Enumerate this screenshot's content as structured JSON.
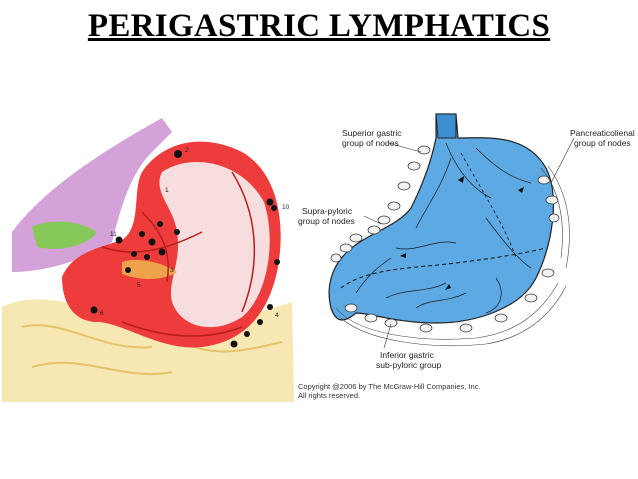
{
  "title": "PERIGASTRIC LYMPHATICS",
  "left_figure": {
    "node_numbers": [
      "1",
      "2",
      "3",
      "4",
      "5",
      "6",
      "10",
      "11"
    ]
  },
  "right_figure": {
    "labels": {
      "superior_gastric": [
        "Superior gastric",
        "group of nodes"
      ],
      "pancreaticolienal": [
        "Pancreaticolienal",
        "group of nodes"
      ],
      "supra_pyloric": [
        "Supra-pyloric",
        "group of nodes"
      ],
      "inferior_gastric": [
        "Inferior gastric",
        "sub-pyloric group"
      ]
    },
    "copyright": [
      "Copyright @2006 by The McGraw-Hill Companies, Inc.",
      "All rights reserved."
    ]
  },
  "colors": {
    "stomach_blue": "#5aa9e6",
    "stomach_red": "#e83a3a",
    "liver_purple": "#c57fc9",
    "gallbladder_green": "#7ec850",
    "pancreas_yellow": "#f2dc8a"
  }
}
